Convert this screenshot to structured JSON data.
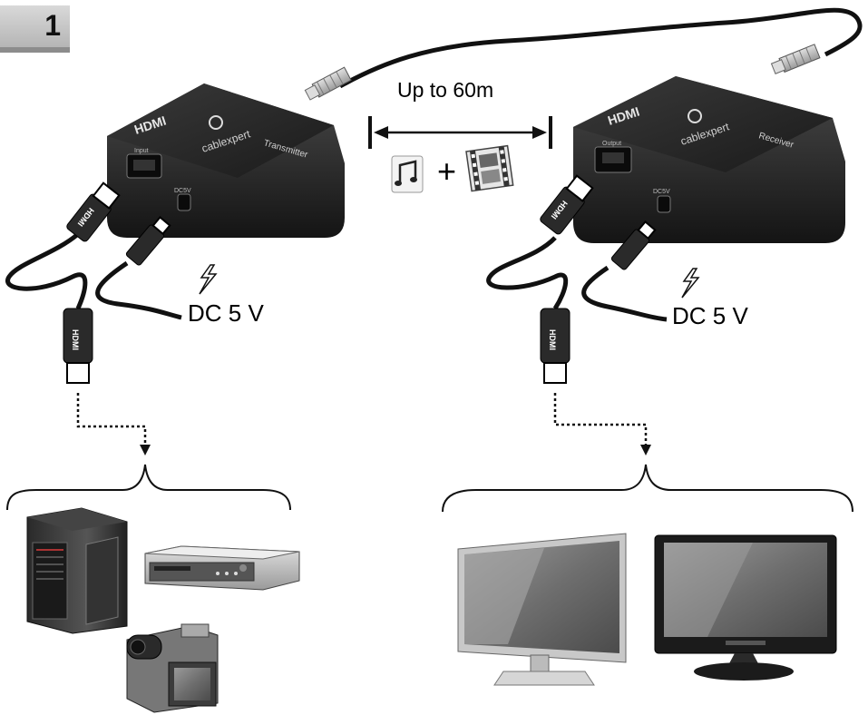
{
  "step_number": "1",
  "distance_label": "Up to 60m",
  "tx_power_label": "DC 5 V",
  "rx_power_label": "DC 5 V",
  "plus_sign": "+",
  "transmitter": {
    "brand": "cablexpert",
    "logo": "HDMI",
    "type": "Transmitter",
    "port_in": "Input",
    "port_dc": "DC5V"
  },
  "receiver": {
    "brand": "cablexpert",
    "logo": "HDMI",
    "type": "Receiver",
    "port_out": "Output",
    "port_dc": "DC5V"
  },
  "cable_label": "HDMI",
  "icons": [
    "music-note-icon",
    "film-strip-icon",
    "lightning-icon"
  ],
  "colors": {
    "device_body": "#1e1e1e",
    "cable": "#111111",
    "badge": "#c4c4c4"
  }
}
